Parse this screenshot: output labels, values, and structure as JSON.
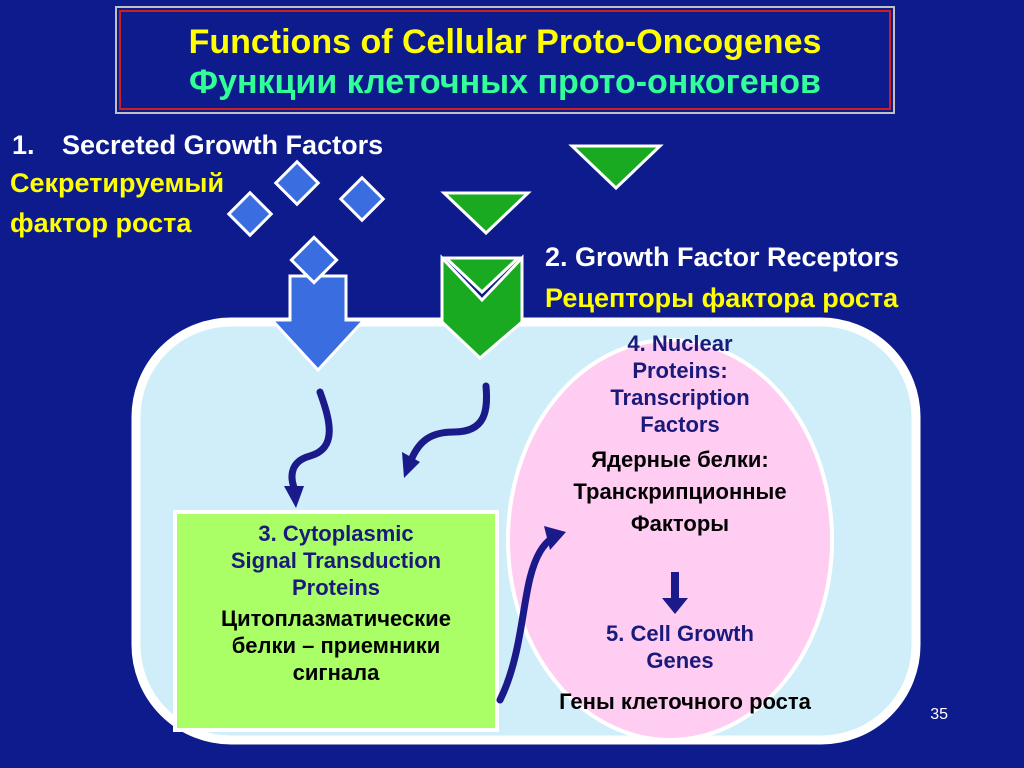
{
  "title": {
    "en": "Functions of Cellular Proto-Oncogenes",
    "ru": "Функции клеточных прото-онкогенов"
  },
  "item1": {
    "number": "1.",
    "en": "Secreted Growth Factors",
    "ru_line1": "Секретируемый",
    "ru_line2": "фактор роста"
  },
  "item2": {
    "en": "2. Growth Factor Receptors",
    "ru": "Рецепторы фактора роста"
  },
  "item3": {
    "en_line1": "3. Cytoplasmic",
    "en_line2": "Signal Transduction",
    "en_line3": "Proteins",
    "ru_line1": "Цитоплазматические",
    "ru_line2": "белки – приемники",
    "ru_line3": "сигнала"
  },
  "item4": {
    "en_line1": "4. Nuclear",
    "en_line2": "Proteins:",
    "en_line3": "Transcription",
    "en_line4": "Factors",
    "ru_line1": "Ядерные белки:",
    "ru_line2": "Транскрипционные",
    "ru_line3": "Факторы"
  },
  "item5": {
    "en_line1": "5. Cell Growth",
    "en_line2": "Genes",
    "ru": "Гены клеточного роста"
  },
  "slide_number": "35",
  "colors": {
    "background": "#0d1b8c",
    "cell": "#cfeefa",
    "nucleus": "#ffccf2",
    "cytoplasmic_box": "#aaff66",
    "diamond": "#3a6ee0",
    "triangle": "#1aaa22",
    "arrow": "#1a1a8a"
  }
}
